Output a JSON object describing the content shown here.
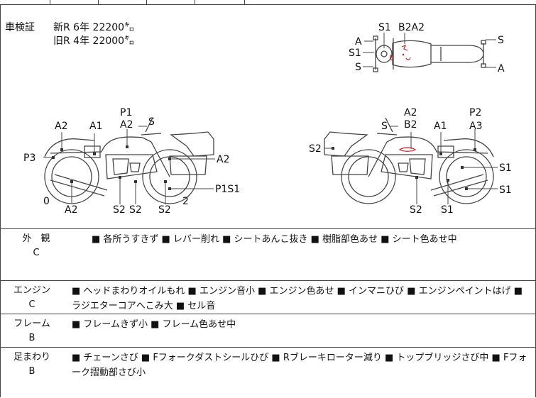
{
  "registration": {
    "label": "車検証",
    "new_row": "新R  6年  22200㌔",
    "old_row": "旧R  4年  22000㌔"
  },
  "diagram_labels": {
    "top_view": [
      "A",
      "S1",
      "B2A2",
      "S",
      "S1",
      "S",
      "A"
    ],
    "left_side": [
      "P1",
      "A2",
      "A1",
      "A2",
      "S",
      "P3",
      "A2",
      "P1S1",
      "0",
      "A2",
      "S2",
      "S2",
      "S2",
      "2"
    ],
    "right_side": [
      "A2",
      "S",
      "B2",
      "P2",
      "A1",
      "A3",
      "S2",
      "S1",
      "S1",
      "S2",
      "S1"
    ]
  },
  "sections": [
    {
      "label": "外　観",
      "grade": "C",
      "details": "■ 各所うすきず ■ レバー削れ ■ シートあんこ抜き ■ 樹脂部色あせ ■ シート色あせ中"
    },
    {
      "label": "エンジン",
      "grade": "C",
      "details": "■ ヘッドまわりオイルもれ ■ エンジン音小 ■ エンジン色あせ ■ インマニひび ■ エンジンペイントはげ ■ ラジエターコアへこみ大 ■ セル音"
    },
    {
      "label": "フレーム",
      "grade": "B",
      "details": "■ フレームきず小 ■ フレーム色あせ中"
    },
    {
      "label": "足まわり",
      "grade": "B",
      "details": "■ チェーンさび ■ Fフォークダストシールひび ■ Rブレーキローター減り ■ トップブリッジさび中 ■ Fフォーク摺動部さび小"
    }
  ],
  "colors": {
    "damage_mark": "#cc1f1f",
    "line": "#444444"
  }
}
